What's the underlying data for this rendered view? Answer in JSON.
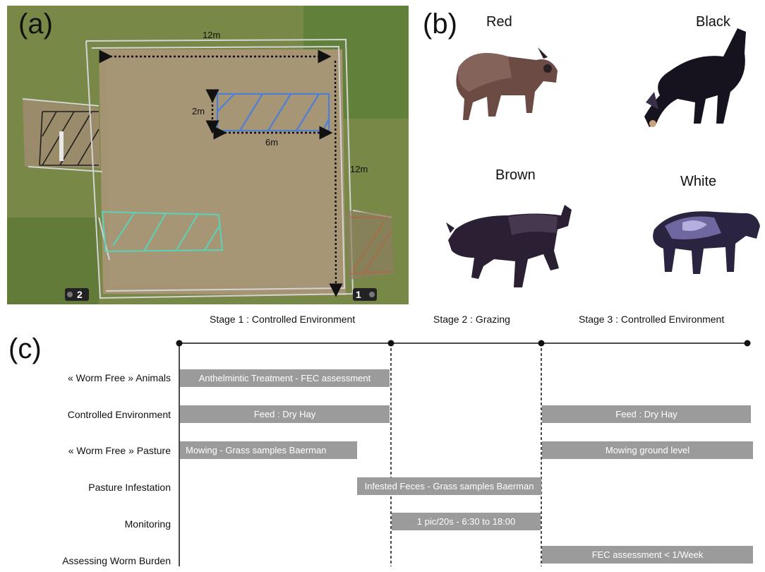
{
  "figure": {
    "panels": [
      {
        "id": "a",
        "letter": "(a)",
        "image": {
          "subject": "aerial-photo-of-fenced-grazing-plot",
          "dimensions": [
            "12m",
            "12m",
            "2m",
            "6m"
          ],
          "camera_markers": [
            "2",
            "1"
          ],
          "colors": {
            "grass": "#7a8a45",
            "dry_plot": "#a59372",
            "blue_zone": "#4d7fd6",
            "teal_zone": "#59d3b8",
            "fence": "#c9c9c9"
          }
        }
      },
      {
        "id": "b",
        "letter": "(b)",
        "goats": [
          {
            "label": "Red",
            "body_color": "#6b4b44"
          },
          {
            "label": "Black",
            "body_color": "#17131e"
          },
          {
            "label": "Brown",
            "body_color": "#2b2033"
          },
          {
            "label": "White",
            "body_color": "#2a2440"
          }
        ]
      },
      {
        "id": "c",
        "letter": "(c)",
        "stages": [
          "Stage 1 : Controlled Environment",
          "Stage 2 : Grazing",
          "Stage 3 : Controlled Environment"
        ],
        "rows": [
          {
            "label": "« Worm Free » Animals",
            "bars": [
              "Anthelmintic Treatment - FEC assessment"
            ]
          },
          {
            "label": "Controlled Environment",
            "bars": [
              "Feed : Dry Hay",
              "Feed : Dry Hay"
            ]
          },
          {
            "label": "« Worm Free » Pasture",
            "bars": [
              "Mowing - Grass samples Baerman",
              "Mowing ground level"
            ]
          },
          {
            "label": "Pasture Infestation",
            "bars": [
              "Infested Feces - Grass samples Baerman"
            ]
          },
          {
            "label": "Monitoring",
            "bars": [
              "1 pic/20s  - 6:30 to 18:00"
            ]
          },
          {
            "label": "Assessing Worm Burden",
            "bars": [
              "FEC assessment < 1/Week"
            ]
          }
        ],
        "colors": {
          "bar": "#9b9b9b",
          "bar_text": "#ffffff",
          "axis": "#111111"
        }
      }
    ]
  }
}
